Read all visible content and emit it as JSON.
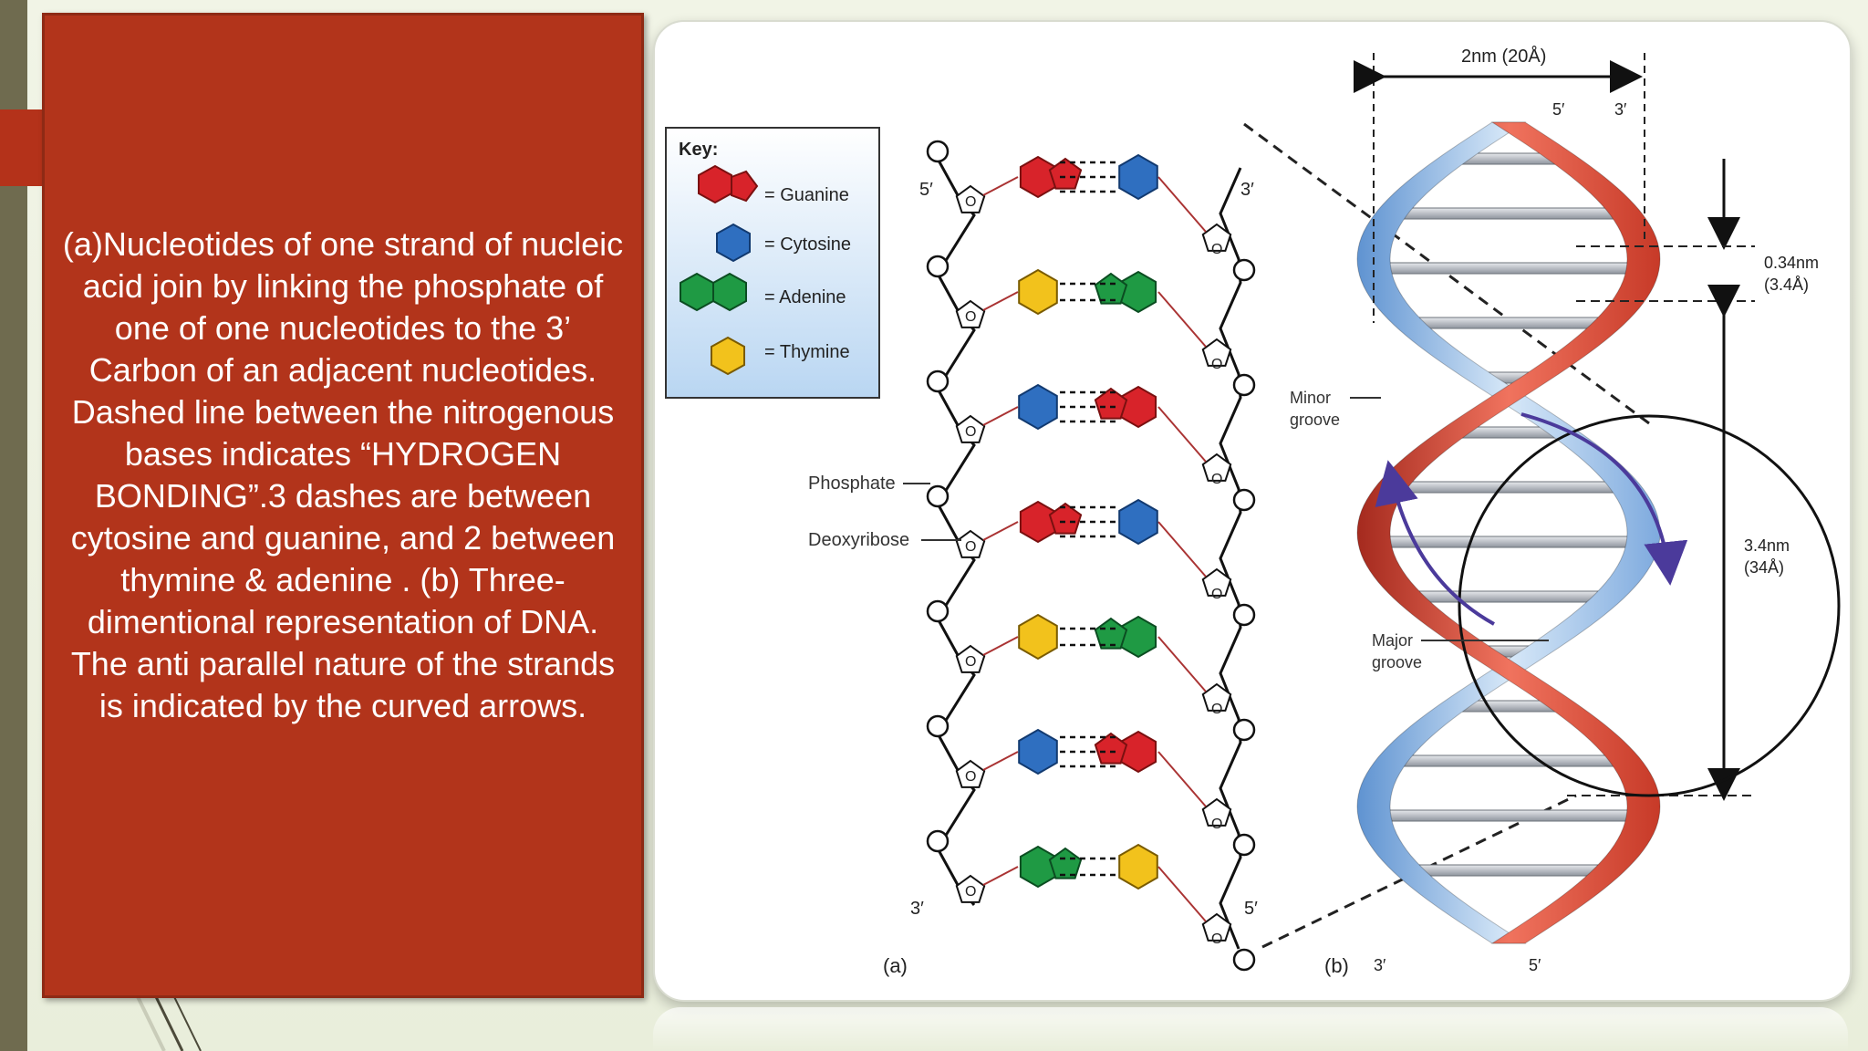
{
  "caption": "(a)Nucleotides of one strand of nucleic acid join by linking the phosphate of one of one nucleotides to the 3’ Carbon of an adjacent nucleotides. Dashed line between the nitrogenous bases indicates “HYDROGEN BONDING”.3 dashes are between cytosine and guanine, and  2 between thymine & adenine . (b) Three-dimentional representation of DNA. The anti parallel nature of the strands is indicated by the curved arrows.",
  "key": {
    "title": "Key:",
    "items": [
      {
        "label": "= Guanine",
        "color": "#d8232a"
      },
      {
        "label": "= Cytosine",
        "color": "#2f6fc0"
      },
      {
        "label": "= Adenine",
        "color": "#1f9a44"
      },
      {
        "label": "= Thymine",
        "color": "#f2c21c"
      }
    ]
  },
  "panel_a": {
    "strand_ends": {
      "top_left": "5′",
      "top_right": "3′",
      "bottom_left": "3′",
      "bottom_right": "5′"
    },
    "phosphate_label": "Phosphate",
    "deoxyribose_label": "Deoxyribose",
    "sugar_o": "O",
    "caption_letter": "(a)",
    "pairs": [
      {
        "left": "guanine",
        "right": "cytosine",
        "bonds": 3
      },
      {
        "left": "thymine",
        "right": "adenine",
        "bonds": 2
      },
      {
        "left": "cytosine",
        "right": "guanine",
        "bonds": 3
      },
      {
        "left": "guanine",
        "right": "cytosine",
        "bonds": 3
      },
      {
        "left": "thymine",
        "right": "adenine",
        "bonds": 2
      },
      {
        "left": "cytosine",
        "right": "guanine",
        "bonds": 3
      },
      {
        "left": "adenine",
        "right": "thymine",
        "bonds": 2
      }
    ]
  },
  "panel_b": {
    "width_label": "2nm (20Å)",
    "top_left_end": "5′",
    "top_right_end": "3′",
    "rise_label_1": "0.34nm",
    "rise_label_2": "(3.4Å)",
    "pitch_label_1": "3.4nm",
    "pitch_label_2": "(34Å)",
    "minor_groove_1": "Minor",
    "minor_groove_2": "groove",
    "major_groove_1": "Major",
    "major_groove_2": "groove",
    "caption_letter": "(b)",
    "bottom_left_end": "3′",
    "bottom_right_end": "5′"
  },
  "colors": {
    "panel_red": "#b2341b",
    "guanine": "#d8232a",
    "cytosine": "#2f6fc0",
    "adenine": "#1f9a44",
    "thymine": "#f2c21c",
    "strand_red": "#e0503c",
    "strand_blue": "#8fb8e6"
  }
}
